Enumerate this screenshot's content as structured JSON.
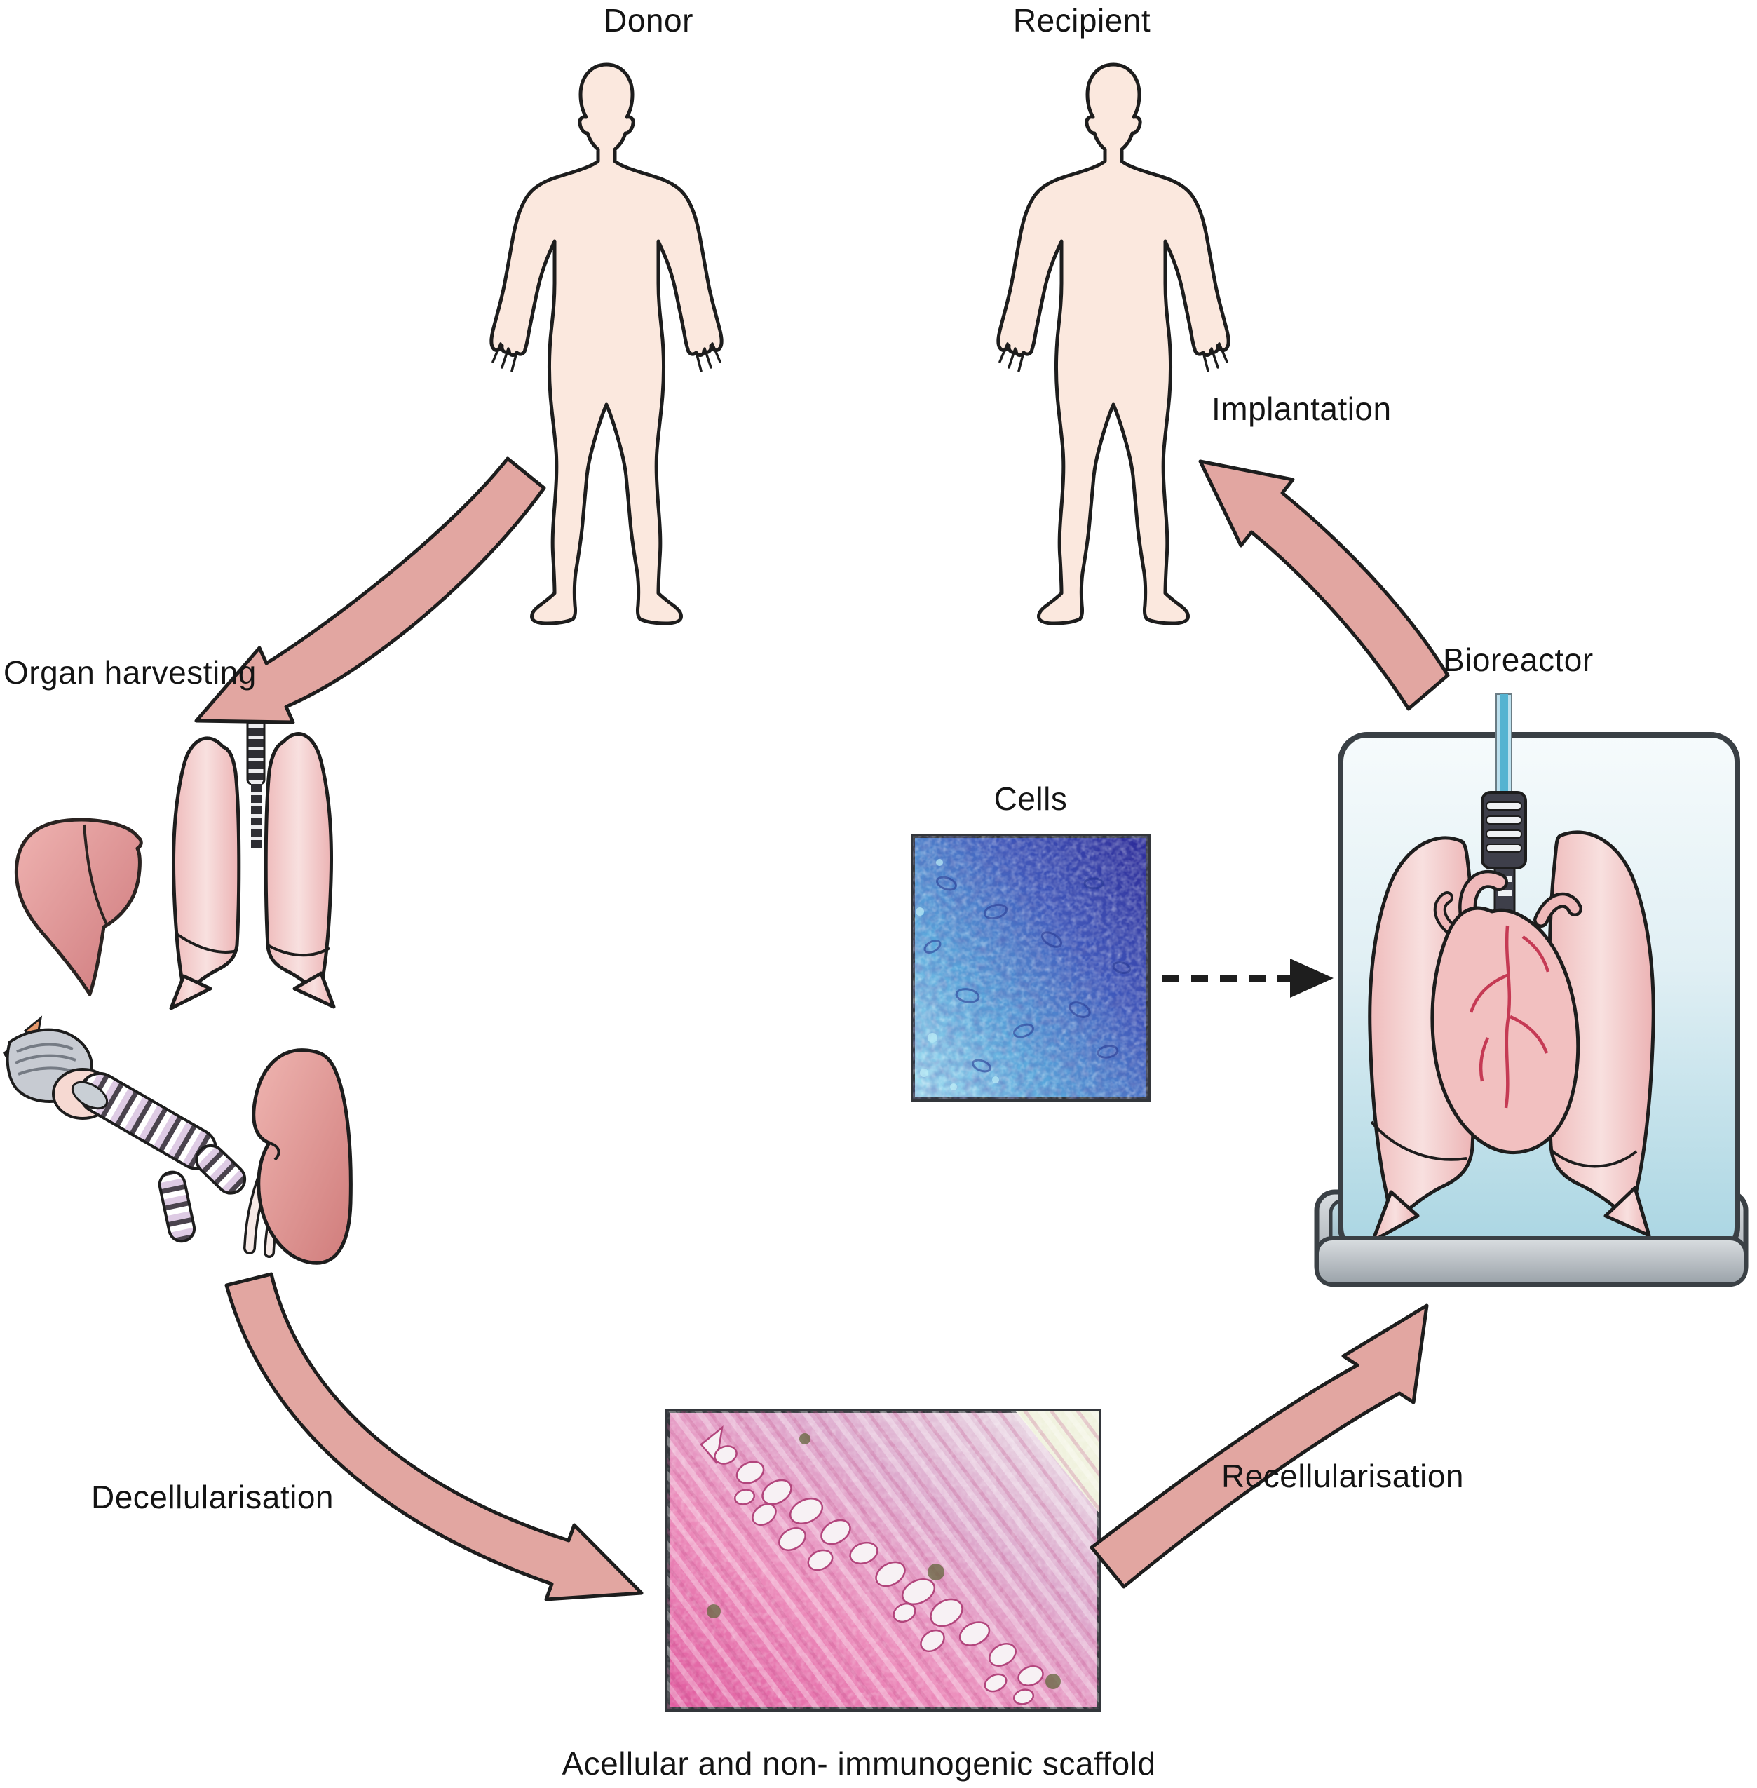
{
  "diagram": {
    "labels": {
      "donor": "Donor",
      "recipient": "Recipient",
      "implantation": "Implantation",
      "organ_harvesting": "Organ harvesting",
      "cells": "Cells",
      "bioreactor": "Bioreactor",
      "decellularisation": "Decellularisation",
      "recellularisation": "Recellularisation",
      "scaffold_caption": "Acellular and non- immunogenic scaffold"
    },
    "colors": {
      "arrow": "#E2A6A1",
      "outline": "#1D1D1D",
      "skin": "#FBE8DE",
      "organ_pink": "#F3C9C9",
      "liver": "#D98184",
      "kidney": "#D5827F",
      "trachea_ring_lilac": "#DECBE4",
      "bioreactor_fluid": "#A9D5E2",
      "bioreactor_tube_blue": "#55B3D1",
      "cells_micrograph_blue": "#3E57BB",
      "scaffold_micrograph_pink": "#EC8CBB",
      "heart_vessel_red": "#C12C49"
    }
  }
}
